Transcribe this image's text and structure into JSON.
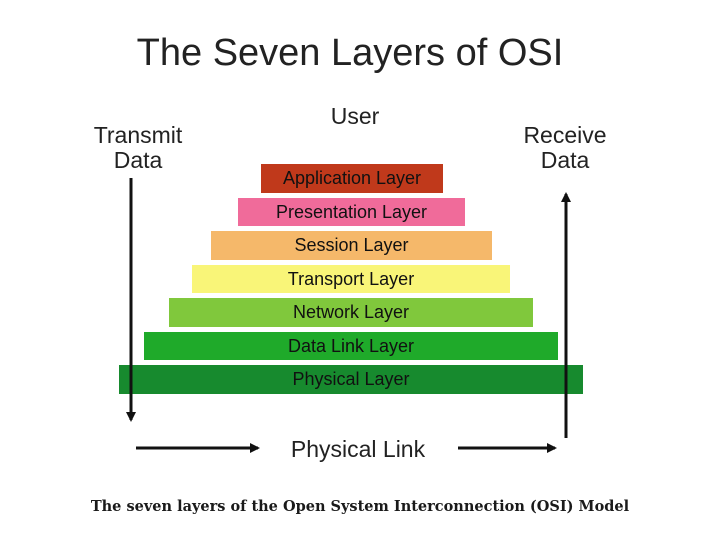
{
  "title": "The Seven Layers of OSI",
  "user_label": "User",
  "transmit_label": [
    "Transmit",
    "Data"
  ],
  "receive_label": [
    "Receive",
    "Data"
  ],
  "layers": [
    {
      "label": "Application Layer",
      "color": "#c0391b"
    },
    {
      "label": "Presentation Layer",
      "color": "#f06b9a"
    },
    {
      "label": "Session Layer",
      "color": "#f5b86a"
    },
    {
      "label": "Transport Layer",
      "color": "#f9f578"
    },
    {
      "label": "Network Layer",
      "color": "#80c83c"
    },
    {
      "label": "Data Link Layer",
      "color": "#1faa2a"
    },
    {
      "label": "Physical Layer",
      "color": "#178a2e"
    }
  ],
  "physical_link_label": "Physical Link",
  "caption": "The seven layers of the Open System Interconnection (OSI) Model",
  "colors": {
    "arrow": "#111111",
    "text": "#222222"
  }
}
